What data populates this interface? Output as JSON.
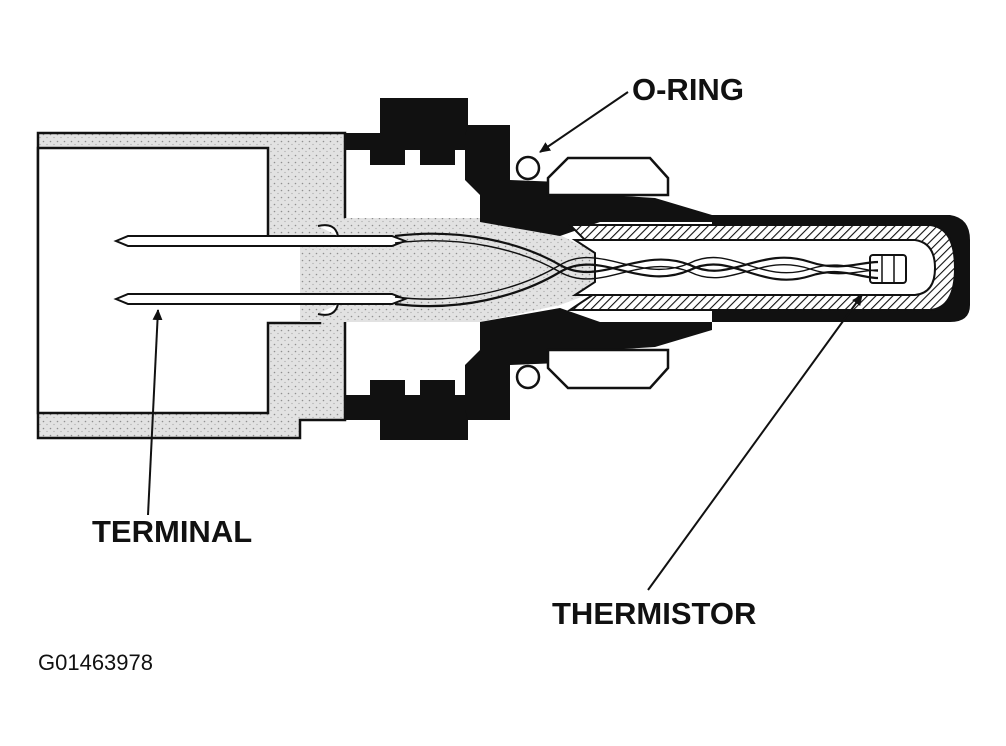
{
  "labels": {
    "o_ring": "O-RING",
    "terminal": "TERMINAL",
    "thermistor": "THERMISTOR"
  },
  "figure_id": "G01463978",
  "colors": {
    "ink": "#111111",
    "paper": "#ffffff",
    "stipple": "#d9d9d9",
    "stipple_dot": "#9a9a9a"
  }
}
